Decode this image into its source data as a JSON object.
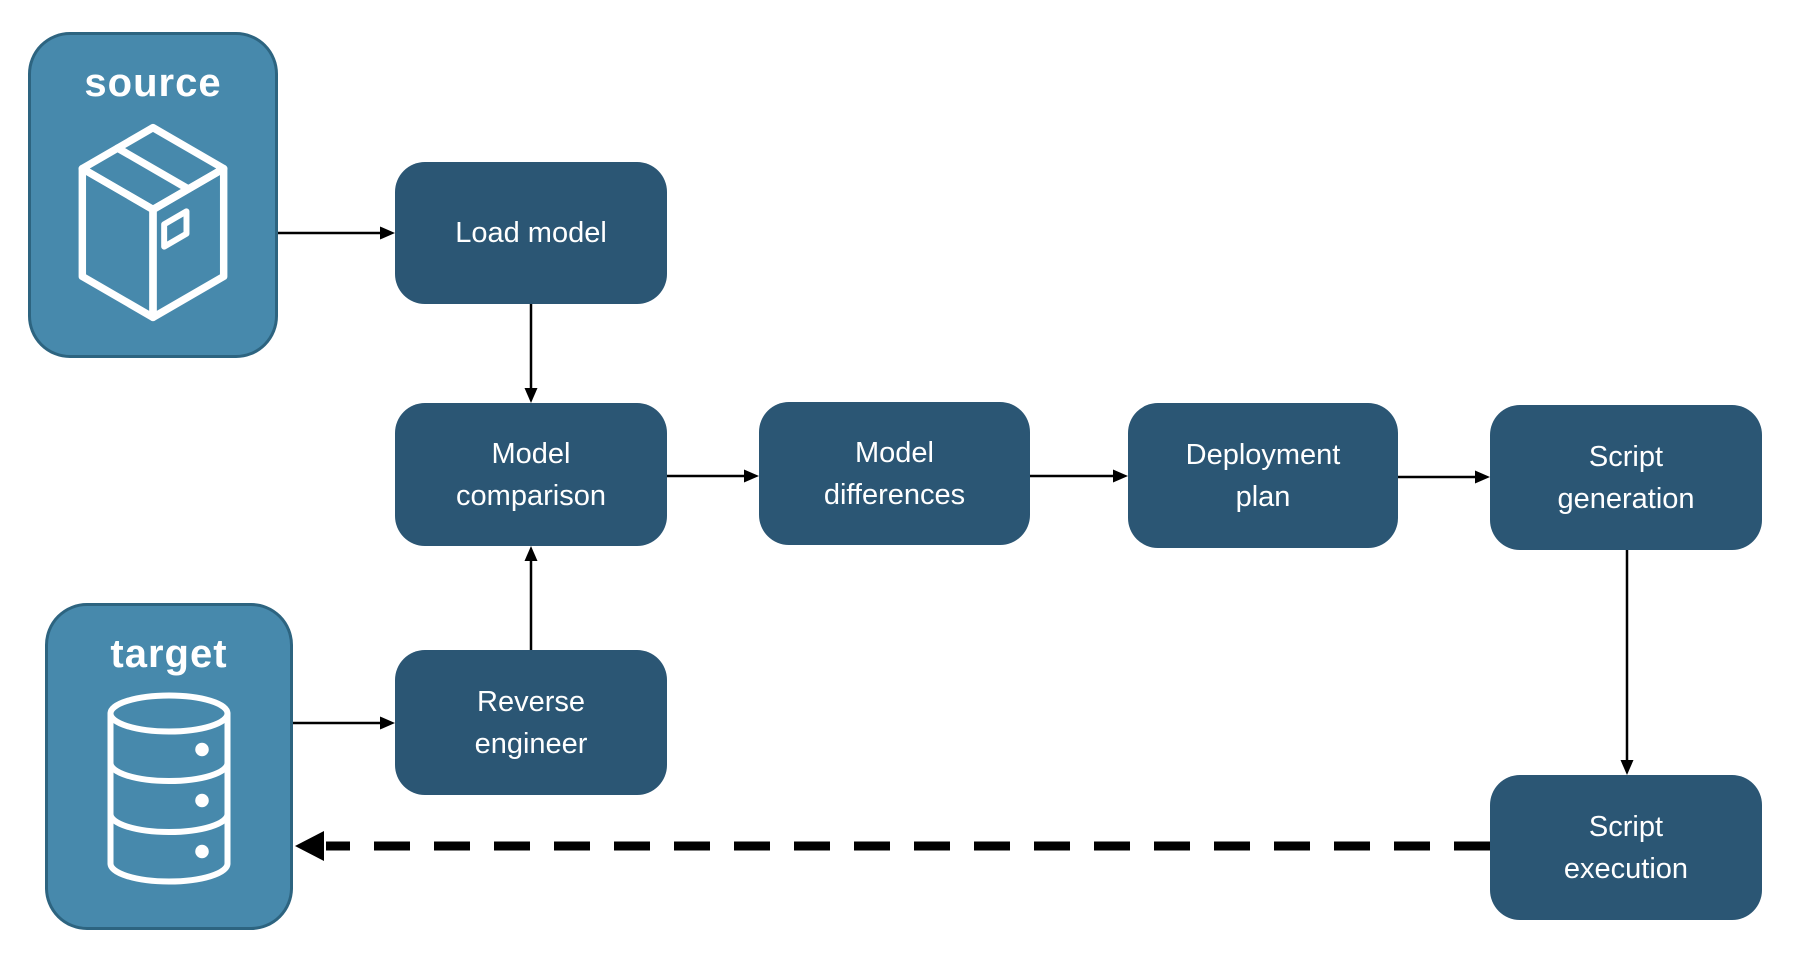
{
  "colors": {
    "background": "#ffffff",
    "endpoint_fill": "#4789AC",
    "endpoint_border": "#2D6480",
    "step_fill": "#2B5674",
    "label_text": "#ffffff",
    "arrow": "#000000"
  },
  "endpoints": {
    "source": {
      "label": "source",
      "icon": "package-icon"
    },
    "target": {
      "label": "target",
      "icon": "database-icon"
    }
  },
  "steps": {
    "load_model": {
      "lines": [
        "Load model"
      ]
    },
    "model_comparison": {
      "lines": [
        "Model",
        "comparison"
      ]
    },
    "model_differences": {
      "lines": [
        "Model",
        "differences"
      ]
    },
    "deployment_plan": {
      "lines": [
        "Deployment",
        "plan"
      ]
    },
    "script_generation": {
      "lines": [
        "Script",
        "generation"
      ]
    },
    "reverse_engineer": {
      "lines": [
        "Reverse",
        "engineer"
      ]
    },
    "script_execution": {
      "lines": [
        "Script",
        "execution"
      ]
    }
  },
  "connections": [
    {
      "from": "source",
      "to": "load_model",
      "style": "solid"
    },
    {
      "from": "load_model",
      "to": "model_comparison",
      "style": "solid"
    },
    {
      "from": "model_comparison",
      "to": "model_differences",
      "style": "solid"
    },
    {
      "from": "model_differences",
      "to": "deployment_plan",
      "style": "solid"
    },
    {
      "from": "deployment_plan",
      "to": "script_generation",
      "style": "solid"
    },
    {
      "from": "script_generation",
      "to": "script_execution",
      "style": "solid"
    },
    {
      "from": "target",
      "to": "reverse_engineer",
      "style": "solid"
    },
    {
      "from": "reverse_engineer",
      "to": "model_comparison",
      "style": "solid"
    },
    {
      "from": "script_execution",
      "to": "target",
      "style": "dashed"
    }
  ]
}
